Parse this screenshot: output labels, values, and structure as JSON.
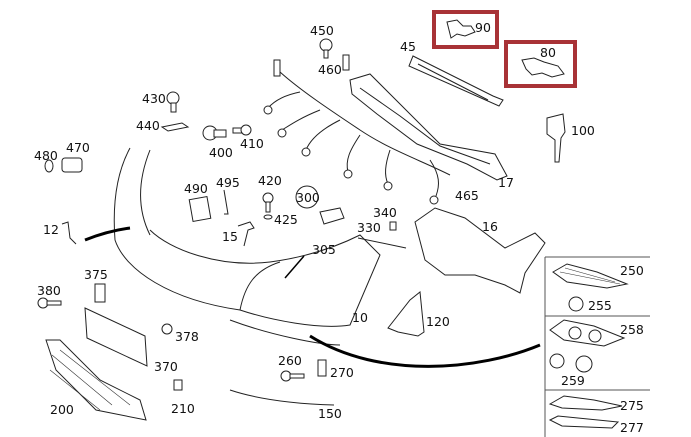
{
  "diagram": {
    "highlight_color": "#a83236",
    "labels": {
      "p450": "450",
      "p460": "460",
      "p430": "430",
      "p440": "440",
      "p400": "400",
      "p410": "410",
      "p480": "480",
      "p470": "470",
      "p490": "490",
      "p495": "495",
      "p420": "420",
      "p300": "300",
      "p425": "425",
      "p12": "12",
      "p15": "15",
      "p305": "305",
      "p330": "330",
      "p340": "340",
      "p16": "16",
      "p45": "45",
      "p90": "90",
      "p80": "80",
      "p100": "100",
      "p17": "17",
      "p465": "465",
      "p375": "375",
      "p380": "380",
      "p378": "378",
      "p370": "370",
      "p10": "10",
      "p120": "120",
      "p250": "250",
      "p255": "255",
      "p258": "258",
      "p259": "259",
      "p275": "275",
      "p277": "277",
      "p260": "260",
      "p270": "270",
      "p200": "200",
      "p210": "210",
      "p150": "150"
    }
  }
}
